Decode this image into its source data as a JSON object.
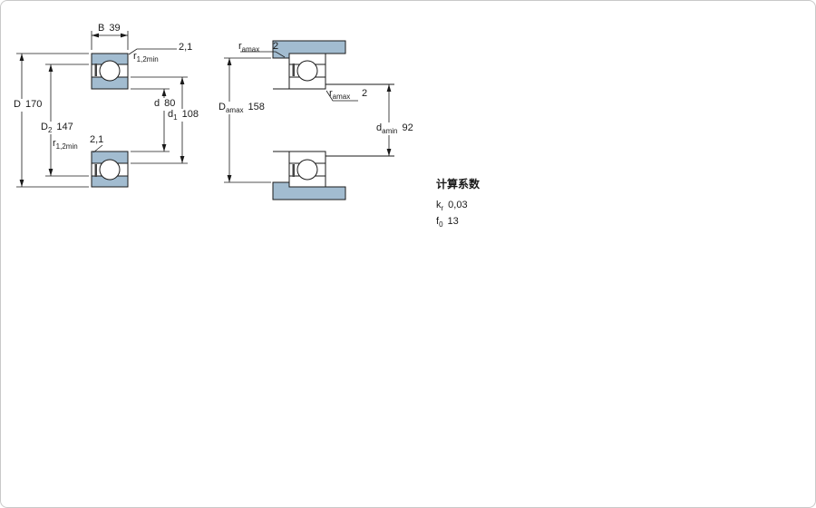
{
  "colors": {
    "steel_blue": "#a2bcd0",
    "line": "#1a1a1a",
    "page_border": "#c9c9c9"
  },
  "left_view": {
    "B": {
      "base": "B",
      "sub": "",
      "value": "39"
    },
    "r_top": {
      "base": "r",
      "sub": "1,2min",
      "value": "2,1"
    },
    "D": {
      "base": "D",
      "sub": "",
      "value": "170"
    },
    "D2": {
      "base": "D",
      "sub": "2",
      "value": "147"
    },
    "d": {
      "base": "d",
      "sub": "",
      "value": "80"
    },
    "d1": {
      "base": "d",
      "sub": "1",
      "value": "108"
    },
    "r_bottom": {
      "base": "r",
      "sub": "1,2min",
      "value": "2,1"
    }
  },
  "right_view": {
    "ra_top": {
      "base": "r",
      "sub": "amax",
      "value": "2"
    },
    "Da": {
      "base": "D",
      "sub": "amax",
      "value": "158"
    },
    "ra_mid": {
      "base": "r",
      "sub": "amax",
      "value": "2"
    },
    "da": {
      "base": "d",
      "sub": "amin",
      "value": "92"
    }
  },
  "calculation_factors": {
    "title": "计算系数",
    "rows": [
      {
        "base": "k",
        "sub": "r",
        "value": "0,03"
      },
      {
        "base": "f",
        "sub": "0",
        "value": "13"
      }
    ]
  }
}
